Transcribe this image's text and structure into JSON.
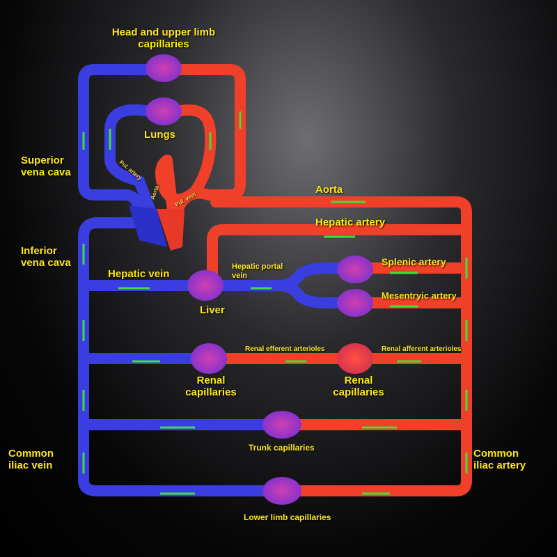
{
  "labels": {
    "head": "Head and upper limb capillaries",
    "lungs": "Lungs",
    "svc": "Superior vena cava",
    "ivc": "Inferior vena cava",
    "aorta": "Aorta",
    "hepatic_artery": "Hepatic artery",
    "hepatic_vein": "Hepatic vein",
    "hepatic_portal_vein": "Hepatic portal vein",
    "liver": "Liver",
    "splenic_artery": "Splenic artery",
    "mesentric_artery": "Mesentryic artery",
    "renal_efferent": "Renal efferent arterioles",
    "renal_afferent": "Renal afferent arterioles",
    "renal_cap_left": "Renal capillaries",
    "renal_cap_right": "Renal capillaries",
    "trunk": "Trunk capillaries",
    "civ": "Common iliac vein",
    "cia": "Common iliac artery",
    "lower_limb": "Lower limb capillaries",
    "pul_artery": "Pul. artery",
    "aorta_small": "Aorta",
    "pul_vein": "Pul. vein"
  },
  "colors": {
    "vein": "#3a3ee0",
    "artery": "#f0402a",
    "arrow": "#3ee03a",
    "label": "#ffe81a"
  }
}
